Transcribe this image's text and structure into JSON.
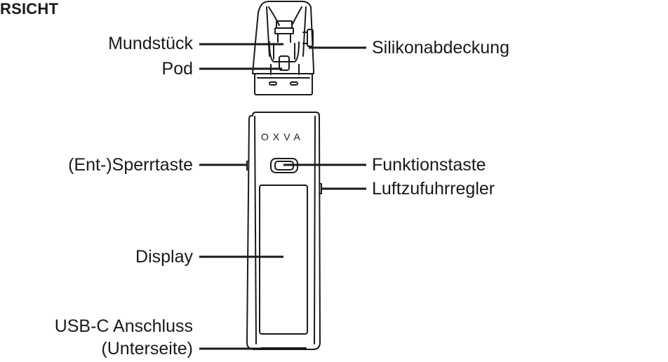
{
  "heading": "RSICHT",
  "brand": "OXVA",
  "labels": {
    "mouthpiece": "Mundstück",
    "pod": "Pod",
    "silicone_cover": "Silikonabdeckung",
    "lock_button": "(Ent-)Sperrtaste",
    "function_button": "Funktionstaste",
    "airflow": "Luftzufuhrregler",
    "display": "Display",
    "usb_line1": "USB-C Anschluss",
    "usb_line2": "(Unterseite)"
  }
}
